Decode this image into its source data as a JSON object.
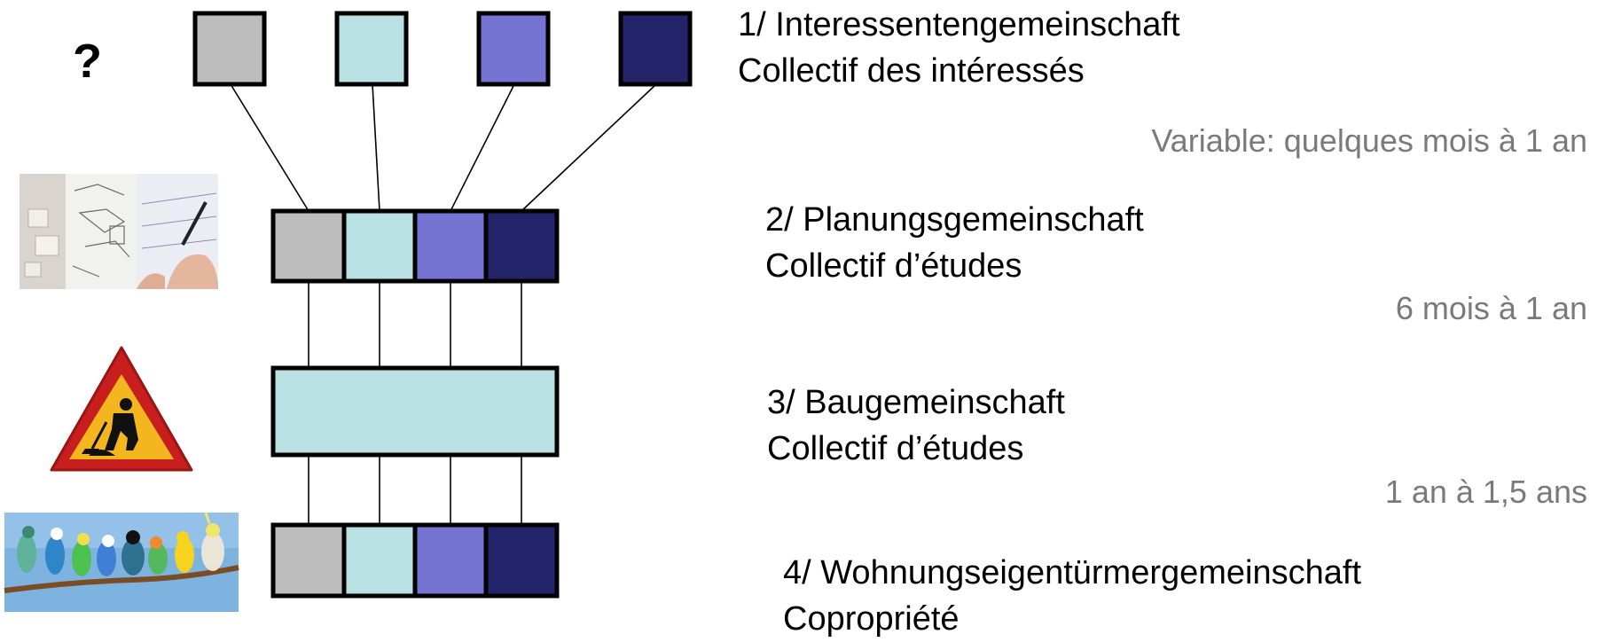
{
  "question_mark": "?",
  "colors": {
    "gray": "#bdbdbd",
    "light_cyan": "#b9e0e3",
    "medium_purple": "#7574d2",
    "dark_navy": "#24246b"
  },
  "stages": [
    {
      "line1": "1/ Interessentengemeinschaft",
      "line2": "Collectif des intéressés",
      "duration": "Variable: quelques mois à 1 an"
    },
    {
      "line1": "2/ Planungsgemeinschaft",
      "line2": "Collectif d’études",
      "duration": "6 mois à 1 an"
    },
    {
      "line1": "3/ Baugemeinschaft",
      "line2": "Collectif d’études",
      "duration": "1 an à 1,5 ans"
    },
    {
      "line1": "4/ Wohnungseigentürmergemeinschaft",
      "line2": "Copropriété"
    }
  ],
  "icons": {
    "sketch": "sketch-photo-icon",
    "construction": "construction-sign-icon",
    "birds": "birds-on-branch-icon"
  }
}
